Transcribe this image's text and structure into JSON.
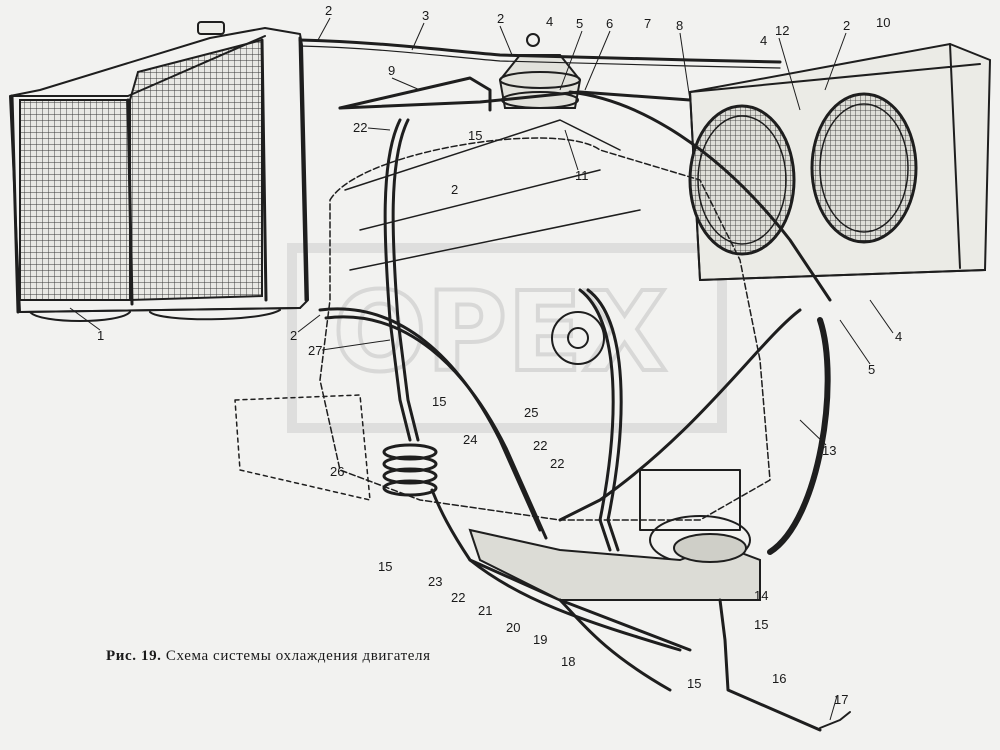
{
  "caption": {
    "prefix": "Рис. 19.",
    "text": "Схема системы охлаждения двигателя"
  },
  "callouts": [
    "1",
    "2",
    "3",
    "2",
    "4",
    "5",
    "6",
    "7",
    "8",
    "4",
    "12",
    "2",
    "10",
    "9",
    "22",
    "15",
    "2",
    "11",
    "2",
    "27",
    "15",
    "25",
    "24",
    "22",
    "22",
    "26",
    "15",
    "23",
    "22",
    "21",
    "20",
    "19",
    "18",
    "15",
    "13",
    "4",
    "5",
    "14",
    "15",
    "16",
    "17"
  ],
  "watermark": "OPEX",
  "colors": {
    "ink": "#1e1e1e",
    "paper": "#f2f2f0"
  }
}
